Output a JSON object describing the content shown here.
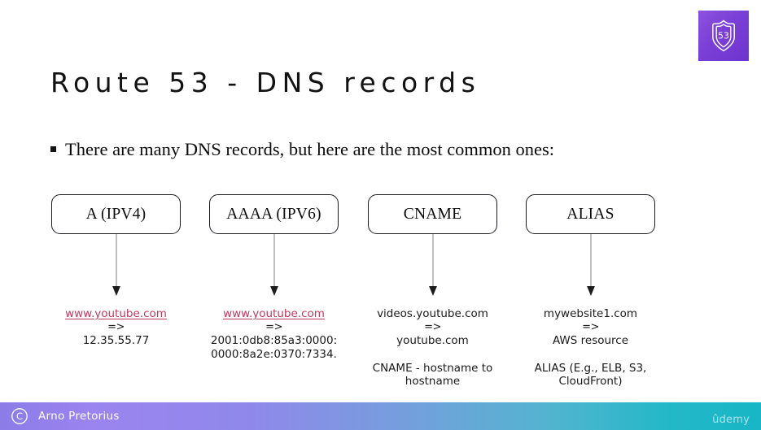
{
  "slide": {
    "title": "Route 53 - DNS records",
    "bullet": "There are many DNS records, but here are the most common ones:",
    "background_color": "#ffffff"
  },
  "logo": {
    "name": "route53-logo",
    "badge_text": "53",
    "gradient_from": "#8c52e0",
    "gradient_to": "#6f34cf",
    "shield_color": "#ffffff"
  },
  "columns": [
    {
      "box_label": "A (IPV4)",
      "source": "www.youtube.com",
      "source_is_link": true,
      "arrow_text": "=>",
      "target": "12.35.55.77",
      "note": ""
    },
    {
      "box_label": "AAAA (IPV6)",
      "source": "www.youtube.com",
      "source_is_link": true,
      "arrow_text": "=>",
      "target_line1": "2001:0db8:85a3:0000:",
      "target_line2": "0000:8a2e:0370:7334.",
      "note": ""
    },
    {
      "box_label": "CNAME",
      "source": "videos.youtube.com",
      "source_is_link": false,
      "arrow_text": "=>",
      "target": "youtube.com",
      "note": "CNAME - hostname to hostname"
    },
    {
      "box_label": "ALIAS",
      "source": "mywebsite1.com",
      "source_is_link": false,
      "arrow_text": "=>",
      "target": "AWS resource",
      "note": "ALIAS (E.g., ELB, S3, CloudFront)"
    }
  ],
  "footer": {
    "author": "Arno Pretorius",
    "copyright_icon": "copyright-icon",
    "watermark": "ûdemy",
    "gradient_start": "#9b84ef",
    "gradient_end": "#18b6c6"
  }
}
